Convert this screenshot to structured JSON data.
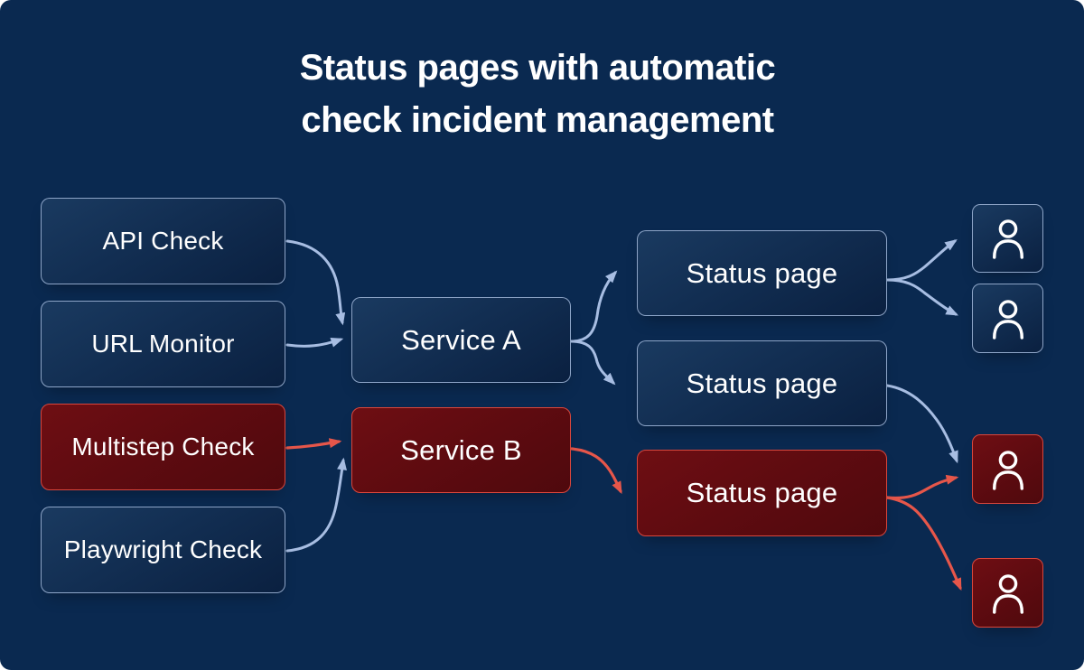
{
  "title": {
    "line1": "Status pages with automatic",
    "line2": "check incident management"
  },
  "nodes": {
    "checks": [
      {
        "label": "API Check",
        "variant": "normal"
      },
      {
        "label": "URL Monitor",
        "variant": "normal"
      },
      {
        "label": "Multistep Check",
        "variant": "alert"
      },
      {
        "label": "Playwright Check",
        "variant": "normal"
      }
    ],
    "services": [
      {
        "label": "Service A",
        "variant": "normal"
      },
      {
        "label": "Service B",
        "variant": "alert"
      }
    ],
    "status_pages": [
      {
        "label": "Status page",
        "variant": "normal"
      },
      {
        "label": "Status page",
        "variant": "normal"
      },
      {
        "label": "Status page",
        "variant": "alert"
      }
    ],
    "subscribers": [
      {
        "icon": "person-icon",
        "variant": "normal"
      },
      {
        "icon": "person-icon",
        "variant": "normal"
      },
      {
        "icon": "person-icon",
        "variant": "alert"
      },
      {
        "icon": "person-icon",
        "variant": "alert"
      }
    ]
  },
  "edges": [
    {
      "from": "api-check",
      "to": "service-a",
      "color": "blue"
    },
    {
      "from": "url-monitor",
      "to": "service-a",
      "color": "blue"
    },
    {
      "from": "multistep-check",
      "to": "service-b",
      "color": "red"
    },
    {
      "from": "playwright-check",
      "to": "service-b",
      "color": "blue"
    },
    {
      "from": "service-a",
      "to": "status-page-1",
      "color": "blue"
    },
    {
      "from": "service-a",
      "to": "status-page-2",
      "color": "blue"
    },
    {
      "from": "service-b",
      "to": "status-page-3",
      "color": "red"
    },
    {
      "from": "status-page-1",
      "to": "subscriber-1",
      "color": "blue"
    },
    {
      "from": "status-page-1",
      "to": "subscriber-2",
      "color": "blue"
    },
    {
      "from": "status-page-2",
      "to": "subscriber-3",
      "color": "blue"
    },
    {
      "from": "status-page-3",
      "to": "subscriber-3",
      "color": "red"
    },
    {
      "from": "status-page-3",
      "to": "subscriber-4",
      "color": "red"
    }
  ],
  "colors": {
    "background": "#0a2950",
    "node_fill_blue": "#122e52",
    "node_border_blue": "#a3badc",
    "node_fill_red": "#5e0b10",
    "node_border_red": "#da463b",
    "arrow_blue": "#a7bde2",
    "arrow_red": "#e6564a",
    "text": "#ffffff"
  }
}
